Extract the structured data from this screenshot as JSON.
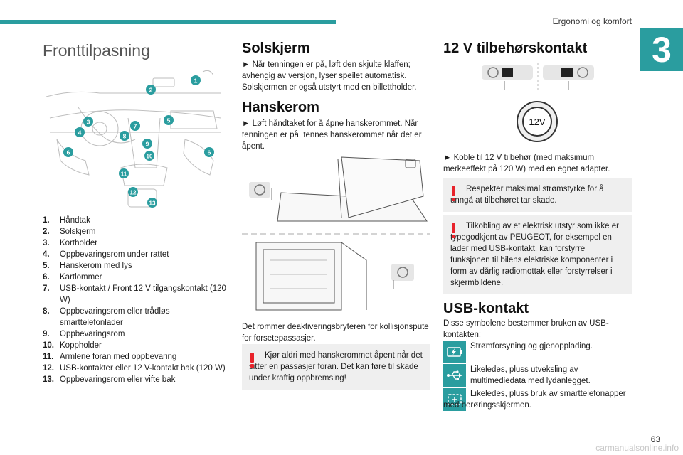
{
  "header": {
    "title": "Ergonomi og komfort",
    "chapter": "3"
  },
  "page": {
    "number": "63",
    "watermark": "carmanualsonline.info"
  },
  "fronttilpasning": {
    "title": "Fronttilpasning",
    "items": [
      {
        "n": "1.",
        "t": "Håndtak"
      },
      {
        "n": "2.",
        "t": "Solskjerm"
      },
      {
        "n": "3.",
        "t": "Kortholder"
      },
      {
        "n": "4.",
        "t": "Oppbevaringsrom under rattet"
      },
      {
        "n": "5.",
        "t": "Hanskerom med lys"
      },
      {
        "n": "6.",
        "t": "Kartlommer"
      },
      {
        "n": "7.",
        "t": "USB-kontakt / Front 12 V tilgangskontakt (120 W)"
      },
      {
        "n": "8.",
        "t": "Oppbevaringsrom eller trådløs smarttelefonlader"
      },
      {
        "n": "9.",
        "t": "Oppbevaringsrom"
      },
      {
        "n": "10.",
        "t": "Koppholder"
      },
      {
        "n": "11.",
        "t": "Armlene foran med oppbevaring"
      },
      {
        "n": "12.",
        "t": "USB-kontakter eller 12 V-kontakt bak (120 W)"
      },
      {
        "n": "13.",
        "t": "Oppbevaringsrom eller vifte bak"
      }
    ],
    "callouts": [
      "1",
      "2",
      "3",
      "4",
      "5",
      "6",
      "6",
      "7",
      "8",
      "9",
      "10",
      "11",
      "12",
      "13"
    ]
  },
  "solskjerm": {
    "title": "Solskjerm",
    "text": "► Når tenningen er på, løft den skjulte klaffen; avhengig av versjon, lyser speilet automatisk. Solskjermen er også utstyrt med en billettholder."
  },
  "hanskerom": {
    "title": "Hanskerom",
    "text": "► Løft håndtaket for å åpne hanskerommet. Når tenningen er på, tennes hanskerommet når det er åpent.",
    "text2": "Det rommer deaktiveringsbryteren for kollisjonspute for forsetepassasjer.",
    "warning": "Kjør aldri med hanskerommet åpent når det sitter en passasjer foran. Det kan føre til skade under kraftig oppbremsing!"
  },
  "tilbehor": {
    "title": "12 V tilbehørskontakt",
    "socket_label": "12V",
    "text": "► Koble til 12 V tilbehør (med maksimum merkeeffekt på 120 W) med en egnet adapter.",
    "warning1": "Respekter maksimal strømstyrke for å unngå at tilbehøret tar skade.",
    "warning2": "Tilkobling av et elektrisk utstyr som ikke er typegodkjent av PEUGEOT, for eksempel en lader med USB-kontakt, kan forstyrre funksjonen til bilens elektriske komponenter i form av dårlig radiomottak eller forstyrrelser i skjermbildene."
  },
  "usb": {
    "title": "USB-kontakt",
    "intro": "Disse symbolene bestemmer bruken av USB-kontakten:",
    "rows": [
      {
        "icon": "charging-icon",
        "text": "Strømforsyning og gjenopplading."
      },
      {
        "icon": "usb-icon",
        "text": "Likeledes, pluss utveksling av multimediedata med lydanlegget."
      },
      {
        "icon": "smartphone-icon",
        "text": "Likeledes, pluss bruk av smarttelefonapper med berøringsskjermen."
      }
    ]
  },
  "colors": {
    "accent": "#2a9d9f",
    "warning": "#e8232b",
    "panel": "#efefef"
  }
}
